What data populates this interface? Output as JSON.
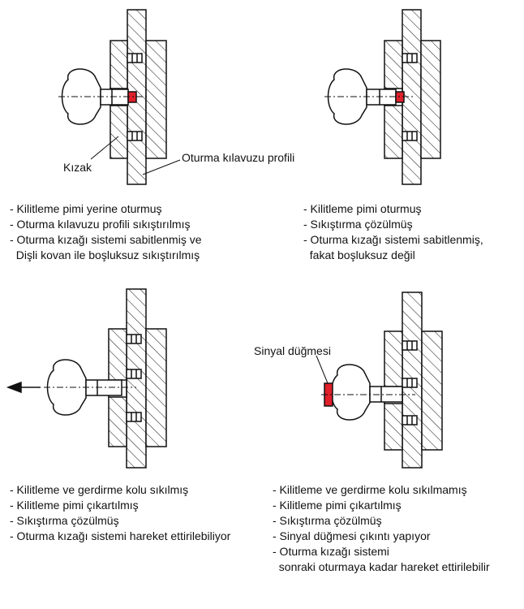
{
  "labels": {
    "slide": "Kızak",
    "seat_guide_profile": "Oturma kılavuzu profili",
    "signal_button": "Sinyal düğmesi"
  },
  "panels": [
    {
      "lines": [
        "- Kilitleme pimi yerine oturmuş",
        "- Oturma kılavuzu profili sıkıştırılmış",
        "- Oturma kızağı sistemi sabitlenmiş ve",
        "  Dişli kovan ile boşluksuz sıkıştırılmış"
      ]
    },
    {
      "lines": [
        "- Kilitleme pimi oturmuş",
        "- Sıkıştırma çözülmüş",
        "- Oturma kızağı sistemi sabitlenmiş,",
        "  fakat boşluksuz değil"
      ]
    },
    {
      "lines": [
        "- Kilitleme ve gerdirme kolu sıkılmış",
        "- Kilitleme pimi çıkartılmış",
        "- Sıkıştırma çözülmüş",
        "- Oturma kızağı sistemi hareket ettirilebiliyor"
      ]
    },
    {
      "lines": [
        "- Kilitleme ve gerdirme kolu sıkılmamış",
        "- Kilitleme pimi çıkartılmış",
        "- Sıkıştırma çözülmüş",
        "- Sinyal düğmesi çıkıntı yapıyor",
        "- Oturma kızağı sistemi",
        "  sonraki oturmaya kadar hareket ettirilebilir"
      ]
    }
  ],
  "colors": {
    "accent_red": "#e0202a",
    "line": "#111111",
    "background": "#ffffff"
  }
}
